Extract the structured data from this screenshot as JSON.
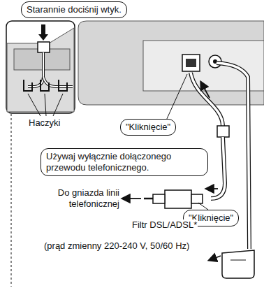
{
  "diagram": {
    "nodes": [
      {
        "text": [
          "Starannie dociśnij wtyk."
        ]
      },
      {
        "text": [
          "\"Kliknięcie\""
        ]
      },
      {
        "text": [
          "Używaj wyłącznie dołączonego przewodu telefonicznego."
        ]
      },
      {
        "text": [
          "\"Kliknięcie\""
        ]
      }
    ],
    "labels": [
      "Haczyki",
      "Do gniazda linii telefonicznej",
      "Filtr DSL/ADSL*",
      "(prąd zmienny 220-240 V, 50/60 Hz)"
    ]
  }
}
